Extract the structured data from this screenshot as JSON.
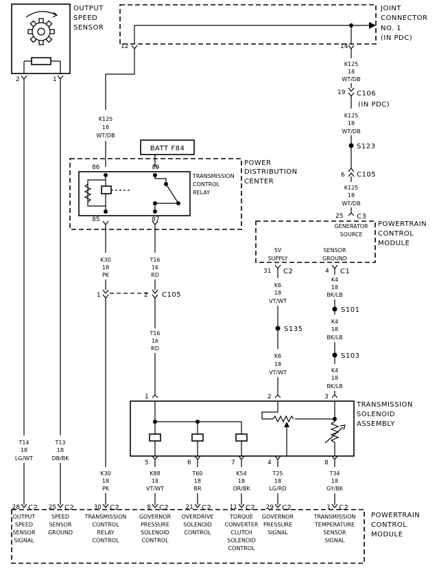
{
  "components": {
    "output_speed_sensor": "OUTPUT SPEED SENSOR",
    "joint_connector": "JOINT CONNECTOR NO. 1 (IN PDC)",
    "pdc": "POWER DISTRIBUTION CENTER",
    "relay": "TRANSMISSION CONTROL RELAY",
    "batt_fuse": "BATT F84",
    "pcm_top": "POWERTRAIN CONTROL MODULE",
    "solenoid_assembly": "TRANSMISSION SOLENOID ASSEMBLY",
    "pcm_bottom": "POWERTRAIN CONTROL MODULE"
  },
  "splices": [
    "S123",
    "S101",
    "S103",
    "S135"
  ],
  "connectors": {
    "c106": "C106",
    "c106_note": "(IN PDC)",
    "c105_right": "C105",
    "c105_left": "C105",
    "c3": "C3",
    "c2": "C2",
    "c1": "C1"
  },
  "pins": {
    "jc12": "12",
    "jc14": "14",
    "s2": "2",
    "s1": "1",
    "c106_19": "19",
    "c105_6": "6",
    "relay86": "86",
    "relay30": "30",
    "relay85": "85",
    "relay87": "87",
    "c105_1": "1",
    "c105_2": "2",
    "pcm25": "25",
    "pcm31": "31",
    "pcm4": "4",
    "sol1": "1",
    "sol2": "2",
    "sol3": "3",
    "sol5": "5",
    "sol6": "6",
    "sol7": "7",
    "sol4": "4",
    "sol8": "8"
  },
  "pcm_inner": {
    "gen_source": "GENERATOR SOURCE",
    "supply5v": "5V SUPPLY",
    "sensor_ground": "SENSOR GROUND"
  },
  "wires": {
    "k125_a": [
      "K125",
      "18",
      "WT/DB"
    ],
    "k125_b": [
      "K125",
      "18",
      "WT/DB"
    ],
    "k125_c": [
      "K125",
      "18",
      "WT/DB"
    ],
    "k125_d": [
      "K125",
      "18",
      "WT/DB"
    ],
    "k30_a": [
      "K30",
      "18",
      "PK"
    ],
    "t16_a": [
      "T16",
      "16",
      "RD"
    ],
    "t16_b": [
      "T16",
      "16",
      "RD"
    ],
    "k6_a": [
      "K6",
      "18",
      "VT/WT"
    ],
    "k6_b": [
      "K6",
      "18",
      "VT/WT"
    ],
    "k4_a": [
      "K4",
      "18",
      "BK/LB"
    ],
    "k4_b": [
      "K4",
      "18",
      "BK/LB"
    ],
    "k4_c": [
      "K4",
      "18",
      "BK/LB"
    ],
    "t14": [
      "T14",
      "18",
      "LG/WT"
    ],
    "t13": [
      "T13",
      "18",
      "DB/BK"
    ],
    "k30_b": [
      "K30",
      "18",
      "PK"
    ],
    "k88": [
      "K88",
      "18",
      "VT/WT"
    ],
    "t60": [
      "T60",
      "18",
      "BR"
    ],
    "k54": [
      "K54",
      "18",
      "OR/BK"
    ],
    "t25": [
      "T25",
      "18",
      "LG/RD"
    ],
    "t34": [
      "T34",
      "18",
      "GY/BK"
    ]
  },
  "pcm_pins": [
    {
      "pin": "28",
      "conn": "C2",
      "label": [
        "OUTPUT",
        "SPEED",
        "SENSOR",
        "SIGNAL"
      ]
    },
    {
      "pin": "25",
      "conn": "C2",
      "label": [
        "SPEED",
        "SENSOR",
        "GROUND"
      ]
    },
    {
      "pin": "30",
      "conn": "C2",
      "label": [
        "TRANSMISSION",
        "CONTROL",
        "RELAY",
        "CONTROL"
      ]
    },
    {
      "pin": "8",
      "conn": "C2",
      "label": [
        "GOVERNOR",
        "PRESSURE",
        "SOLENOID",
        "CONTROL"
      ]
    },
    {
      "pin": "21",
      "conn": "C2",
      "label": [
        "OVERDRIVE",
        "SOLENOID",
        "CONTROL"
      ]
    },
    {
      "pin": "11",
      "conn": "C2",
      "label": [
        "TORQUE",
        "CONVERTER",
        "CLUTCH",
        "SOLENOID",
        "CONTROL"
      ]
    },
    {
      "pin": "29",
      "conn": "C2",
      "label": [
        "GOVERNOR",
        "PRESSURE",
        "SIGNAL"
      ]
    },
    {
      "pin": "1",
      "conn": "C2",
      "label": [
        "TRANSMISSION",
        "TEMPERATURE",
        "SENSOR",
        "SIGNAL"
      ]
    }
  ]
}
